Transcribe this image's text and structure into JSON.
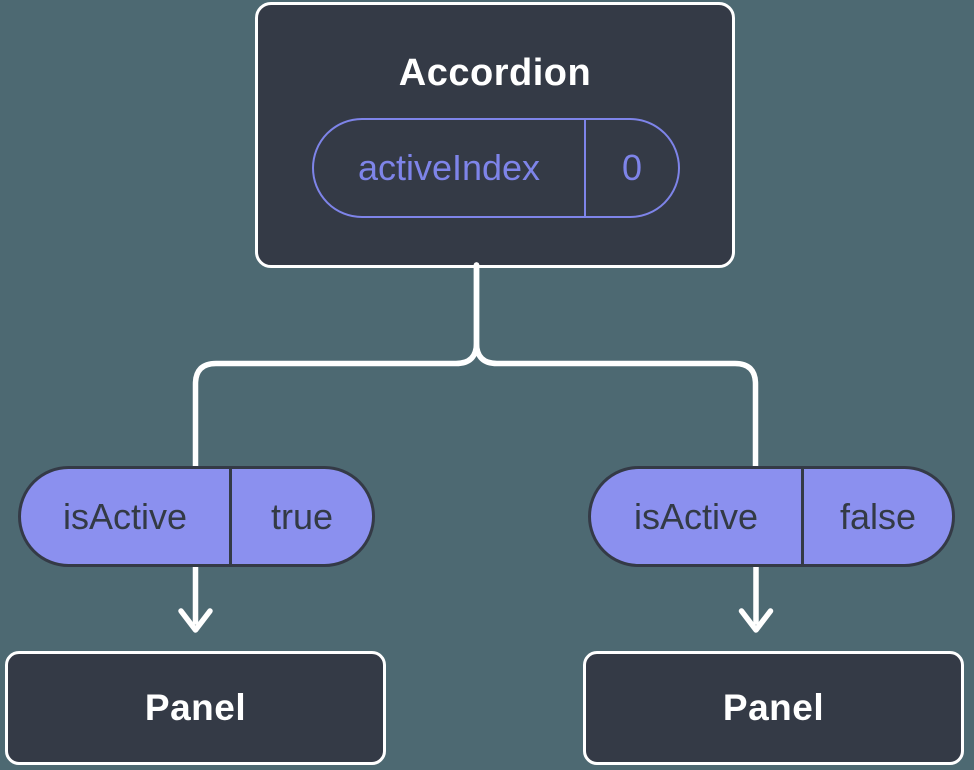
{
  "diagram": {
    "title_node": {
      "label": "Accordion",
      "state_pill": {
        "name": "activeIndex",
        "value": "0"
      }
    },
    "branches": [
      {
        "pill": {
          "name": "isActive",
          "value": "true"
        },
        "node_label": "Panel"
      },
      {
        "pill": {
          "name": "isActive",
          "value": "false"
        },
        "node_label": "Panel"
      }
    ],
    "colors": {
      "background": "#4D6972",
      "node_fill": "#343A46",
      "node_border": "#FFFFFF",
      "node_text": "#FFFFFF",
      "pill_fill": "#8B90EF",
      "pill_border": "#343A46",
      "pill_text": "#333A45",
      "accent_purple": "#7E84E9",
      "connector": "#FFFFFF"
    }
  }
}
